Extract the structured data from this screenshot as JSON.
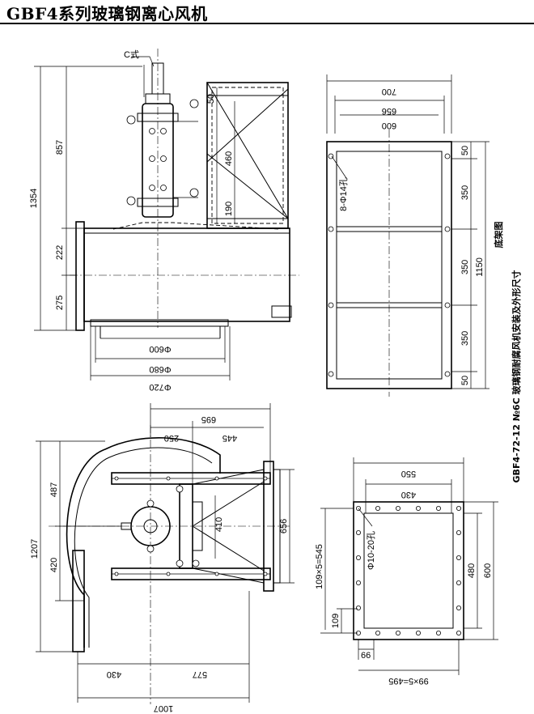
{
  "header": {
    "title": "GBF4系列玻璃钢离心风机"
  },
  "caption": {
    "main": "GBF4-72-12 №6C 玻璃钢耐腐风机安装及外形尺寸",
    "base_frame": "底架图"
  },
  "front_view": {
    "c_type_label": "C式",
    "dims": {
      "total_height": "1354",
      "upper_height": "857",
      "middle_height": "222",
      "lower_height": "275",
      "dia_inner": "Φ600",
      "dia_middle": "Φ680",
      "dia_outer": "Φ720",
      "stand_top": "50",
      "stand_mid": "460",
      "stand_low": "190"
    }
  },
  "base_frame_view": {
    "dims": {
      "overall_width": "700",
      "mid_width": "656",
      "inner_width": "600",
      "seg_top": "50",
      "seg_1": "350",
      "seg_2": "350",
      "seg_3": "350",
      "seg_bottom": "50",
      "overall_height": "1150",
      "holes": "8-Φ14孔"
    }
  },
  "side_view": {
    "dims": {
      "top_695": "695",
      "top_445": "445",
      "top_250": "250",
      "left_487": "487",
      "left_420": "420",
      "total_1207": "1207",
      "right_656": "656",
      "inner_410": "410",
      "bottom_430": "430",
      "bottom_577": "577",
      "bottom_1007": "1007"
    }
  },
  "flange_view": {
    "dims": {
      "top_550": "550",
      "top_430": "430",
      "left_pitch": "109×5=545",
      "left_109": "109",
      "right_480": "480",
      "right_600": "600",
      "bottom_66": "66",
      "bottom_pitch": "99×5=495",
      "holes": "Φ10-20孔"
    }
  }
}
